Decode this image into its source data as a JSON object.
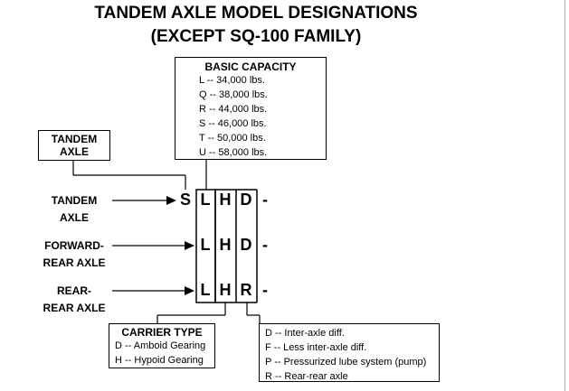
{
  "title": {
    "line1": "TANDEM AXLE MODEL DESIGNATIONS",
    "line2": "(EXCEPT SQ-100 FAMILY)"
  },
  "basic_capacity": {
    "heading": "BASIC CAPACITY",
    "items": [
      "L -- 34,000 lbs.",
      "Q -- 38,000 lbs.",
      "R -- 44,000 lbs.",
      "S -- 46,000 lbs.",
      "T -- 50,000 lbs.",
      "U -- 58,000 lbs."
    ]
  },
  "tandem_axle_box": {
    "line1": "TANDEM",
    "line2": "AXLE"
  },
  "rows": [
    {
      "label1": "TANDEM",
      "label2": "AXLE",
      "prefix": "S",
      "codes": [
        "L",
        "H",
        "D"
      ],
      "suffix": "-"
    },
    {
      "label1": "FORWARD-",
      "label2": "REAR AXLE",
      "prefix": "",
      "codes": [
        "L",
        "H",
        "D"
      ],
      "suffix": "-"
    },
    {
      "label1": "REAR-",
      "label2": "REAR AXLE",
      "prefix": "",
      "codes": [
        "L",
        "H",
        "R"
      ],
      "suffix": "-"
    }
  ],
  "carrier_type": {
    "heading": "CARRIER TYPE",
    "items": [
      "D -- Amboid Gearing",
      "H -- Hypoid Gearing"
    ]
  },
  "differential": {
    "items": [
      "D -- Inter-axle diff.",
      "F -- Less inter-axle diff.",
      "P -- Pressurized lube system (pump)",
      "R -- Rear-rear axle"
    ]
  }
}
